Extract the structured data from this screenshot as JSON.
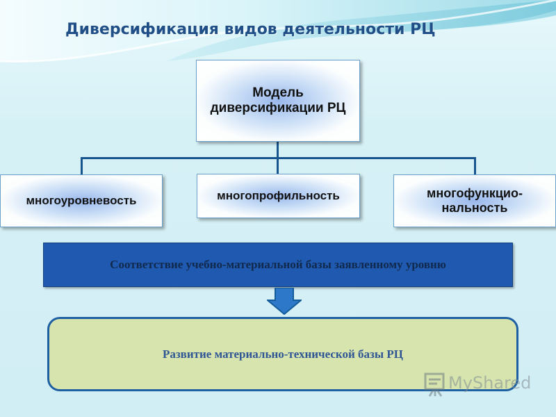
{
  "slide": {
    "title": "Диверсификация видов деятельности РЦ",
    "model_box": {
      "label": "Модель диверсификации РЦ"
    },
    "children": [
      {
        "label": "многоуровневость"
      },
      {
        "label": "многопрофильность"
      },
      {
        "label": "многофункцио-нальность"
      }
    ],
    "banner": {
      "label": "Соответствие учебно-материальной базы заявленному уровню"
    },
    "result": {
      "label": "Развитие материально-технической базы  РЦ"
    },
    "watermark": {
      "text": "MyShared"
    },
    "colors": {
      "title": "#1f4f86",
      "connector": "#18558e",
      "banner": "#1f5ab0",
      "result_fill": "#d7e4ae",
      "result_border": "#1d5fa1"
    },
    "icons": {
      "arrow": "down-arrow-icon",
      "watermark": "presentation-board-icon"
    }
  }
}
